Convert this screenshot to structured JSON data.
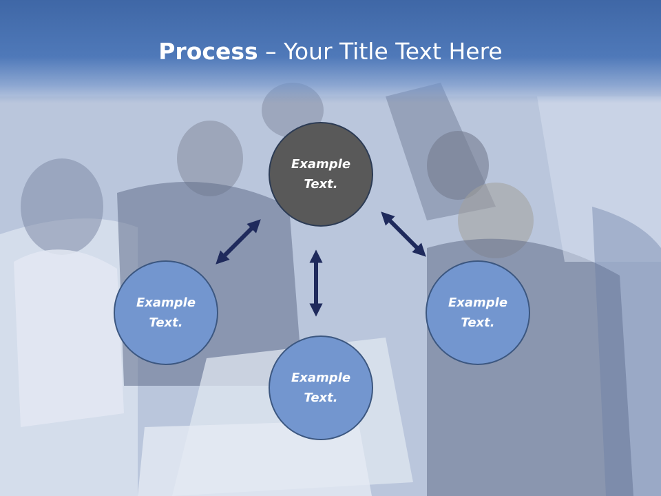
{
  "slide": {
    "title_bold": "Process",
    "title_rest": " – Your Title Text Here"
  },
  "nodes": [
    {
      "line1": "Example",
      "line2": "Text.",
      "fill": "#595959"
    },
    {
      "line1": "Example",
      "line2": "Text.",
      "fill": "#7396cf"
    },
    {
      "line1": "Example",
      "line2": "Text.",
      "fill": "#7396cf"
    },
    {
      "line1": "Example",
      "line2": "Text.",
      "fill": "#7396cf"
    }
  ],
  "colors": {
    "header": "#4a72b3",
    "arrow": "#1f2a5c",
    "node_border": "#2c3b54"
  }
}
